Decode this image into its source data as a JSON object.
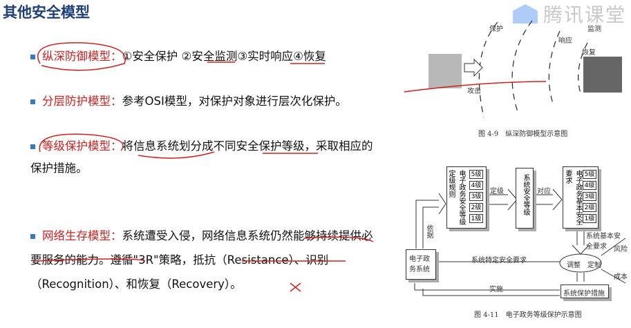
{
  "title": "其他安全模型",
  "logo": "腾讯课堂",
  "bullets": [
    {
      "label": "纵深防御模型：",
      "text": "①安全保护 ②安全监测③实时响应④恢复"
    },
    {
      "label": "分层防护模型：",
      "text": "参考OSI模型，对保护对象进行层次化保护。"
    },
    {
      "label": "等级保护模型：",
      "text": "将信息系统划分成不同安全保护等级，采取相应的保护措施。"
    },
    {
      "label": "网络生存模型：",
      "text": "系统遭受入侵，网络信息系统仍然能够持续提供必要服务的能力。遵循\"3R\"策略，抵抗（Resistance）、识别（Recognition）、和恢复（Recovery）。"
    }
  ],
  "fig1": {
    "labels": {
      "protect": "保护",
      "monitor": "监测",
      "respond": "响应",
      "recover": "恢复",
      "attack": "攻击"
    },
    "caption": "图 4-9　纵深防御模型示意图"
  },
  "fig2": {
    "box1": "电子政务安全等级定级规则",
    "box2": "系统安全等级",
    "box3": "电子政务基本安全要求",
    "levels": [
      "5级",
      "4级",
      "3级",
      "2级",
      "1级"
    ],
    "arrow1": "定级",
    "arrow2": "对应",
    "basis": "依据",
    "system": "电子政务系统",
    "specific": "系统特定安全要求",
    "basic_req": "系统基本安全要求",
    "adjust": "调整　定制",
    "risk": "风险",
    "cost": "成本",
    "measures": "系统保护措施",
    "implement": "实施",
    "caption": "图 4-11　电子政务等级保护示意图"
  }
}
